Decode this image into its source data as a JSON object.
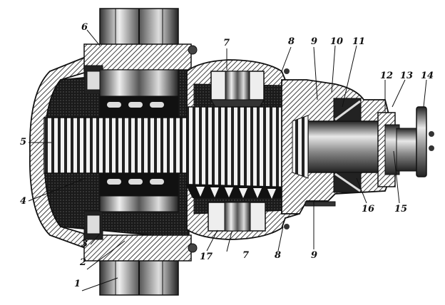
{
  "diagram": {
    "labels": [
      {
        "id": "1",
        "text": "1"
      },
      {
        "id": "2",
        "text": "2"
      },
      {
        "id": "3",
        "text": "3"
      },
      {
        "id": "4",
        "text": "4"
      },
      {
        "id": "5",
        "text": "5"
      },
      {
        "id": "6",
        "text": "6"
      },
      {
        "id": "7a",
        "text": "7"
      },
      {
        "id": "7b",
        "text": "7"
      },
      {
        "id": "8a",
        "text": "8"
      },
      {
        "id": "8b",
        "text": "8"
      },
      {
        "id": "9a",
        "text": "9"
      },
      {
        "id": "9b",
        "text": "9"
      },
      {
        "id": "10",
        "text": "10"
      },
      {
        "id": "11",
        "text": "11"
      },
      {
        "id": "12",
        "text": "12"
      },
      {
        "id": "13",
        "text": "13"
      },
      {
        "id": "14",
        "text": "14"
      },
      {
        "id": "15",
        "text": "15"
      },
      {
        "id": "16",
        "text": "16"
      },
      {
        "id": "17",
        "text": "17"
      }
    ]
  }
}
